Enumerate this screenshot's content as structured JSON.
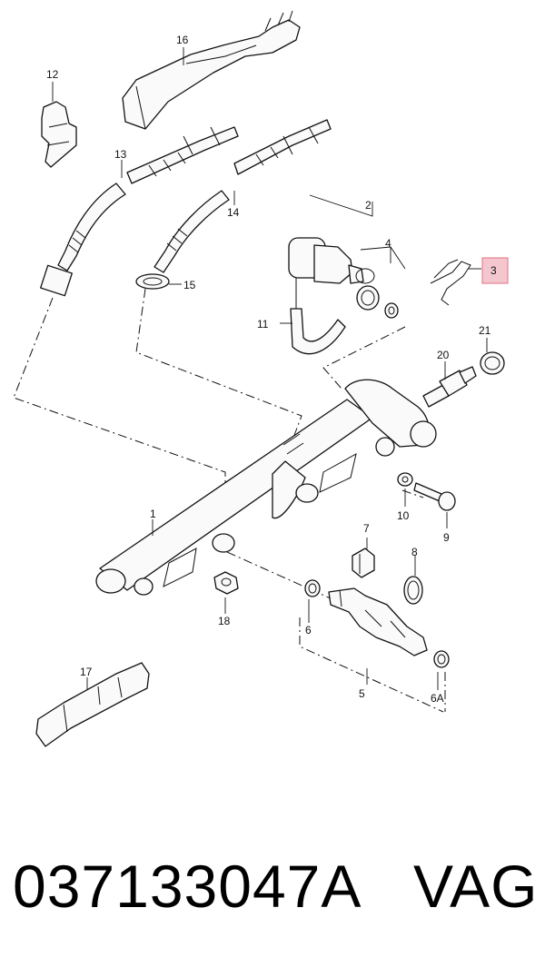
{
  "callouts": {
    "c1": "1",
    "c2": "2",
    "c3": "3",
    "c4": "4",
    "c5": "5",
    "c6": "6",
    "c6a": "6A",
    "c7": "7",
    "c8": "8",
    "c9": "9",
    "c10": "10",
    "c11": "11",
    "c12": "12",
    "c13": "13",
    "c14": "14",
    "c15": "15",
    "c16": "16",
    "c17": "17",
    "c18": "18",
    "c20": "20",
    "c21": "21"
  },
  "highlight": {
    "callout": "3",
    "color": "#f4c7cf",
    "border": "#e0707f"
  },
  "footer": {
    "part_number": "037133047A",
    "brand": "VAG"
  }
}
